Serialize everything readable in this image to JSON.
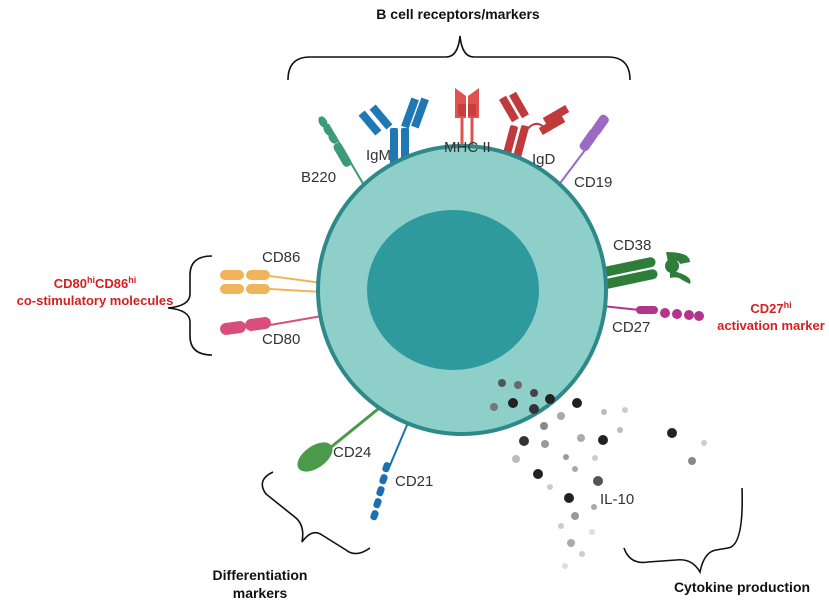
{
  "headings": {
    "top": "B cell receptors/markers",
    "differentiation_line1": "Differentiation",
    "differentiation_line2": "markers",
    "cytokine": "Cytokine production"
  },
  "markers": {
    "b220": "B220",
    "igm": "IgM",
    "mhc2": "MHC II",
    "igd": "IgD",
    "cd19": "CD19",
    "cd86": "CD86",
    "cd80": "CD80",
    "cd38": "CD38",
    "cd27": "CD27",
    "cd24": "CD24",
    "cd21": "CD21",
    "il10": "IL-10"
  },
  "annotations": {
    "costim_a": "CD80",
    "costim_a_sup": "hi",
    "costim_b": "CD86",
    "costim_b_sup": "hi",
    "costim_line2": "co-stimulatory molecules",
    "activation_a": "CD27",
    "activation_a_sup": "hi",
    "activation_line2": "activation marker"
  },
  "colors": {
    "cell": "#8fcfca",
    "cell_border": "#2e8a8a",
    "nucleus": "#2e9a9e",
    "igm": "#1f77b4",
    "mhc": "#e0524f",
    "igd": "#c0393b",
    "cd19": "#9b6bc4",
    "b220": "#3a9a7a",
    "cd86": "#f2b45a",
    "cd80": "#d94f7c",
    "cd38": "#2e7d3a",
    "cd27": "#b3348a",
    "cd24": "#4a9a4a",
    "cd21": "#1f6fb0",
    "annotation_red": "#d42020"
  }
}
